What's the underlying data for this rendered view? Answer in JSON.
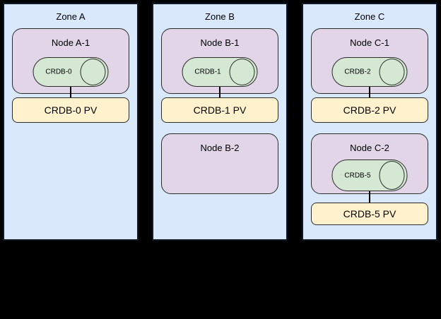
{
  "colors": {
    "background": "#000000",
    "zone_fill": "#dae8fc",
    "zone_border": "#0d1a26",
    "node_fill": "#e1d5e7",
    "db_fill": "#d5e8d4",
    "pv_fill": "#fff2cc",
    "shape_border": "#2b2b2b",
    "text": "#000000"
  },
  "zones": [
    {
      "title": "Zone A",
      "nodes": [
        {
          "label": "Node A-1",
          "db_label": "CRDB-0"
        }
      ],
      "pvs": [
        {
          "label": "CRDB-0 PV"
        }
      ]
    },
    {
      "title": "Zone B",
      "nodes": [
        {
          "label": "Node B-1",
          "db_label": "CRDB-1"
        },
        {
          "label": "Node B-2"
        }
      ],
      "pvs": [
        {
          "label": "CRDB-1 PV"
        }
      ]
    },
    {
      "title": "Zone C",
      "nodes": [
        {
          "label": "Node C-1",
          "db_label": "CRDB-2"
        },
        {
          "label": "Node C-2",
          "db_label": "CRDB-5"
        }
      ],
      "pvs": [
        {
          "label": "CRDB-2 PV"
        },
        {
          "label": "CRDB-5 PV"
        }
      ]
    }
  ]
}
